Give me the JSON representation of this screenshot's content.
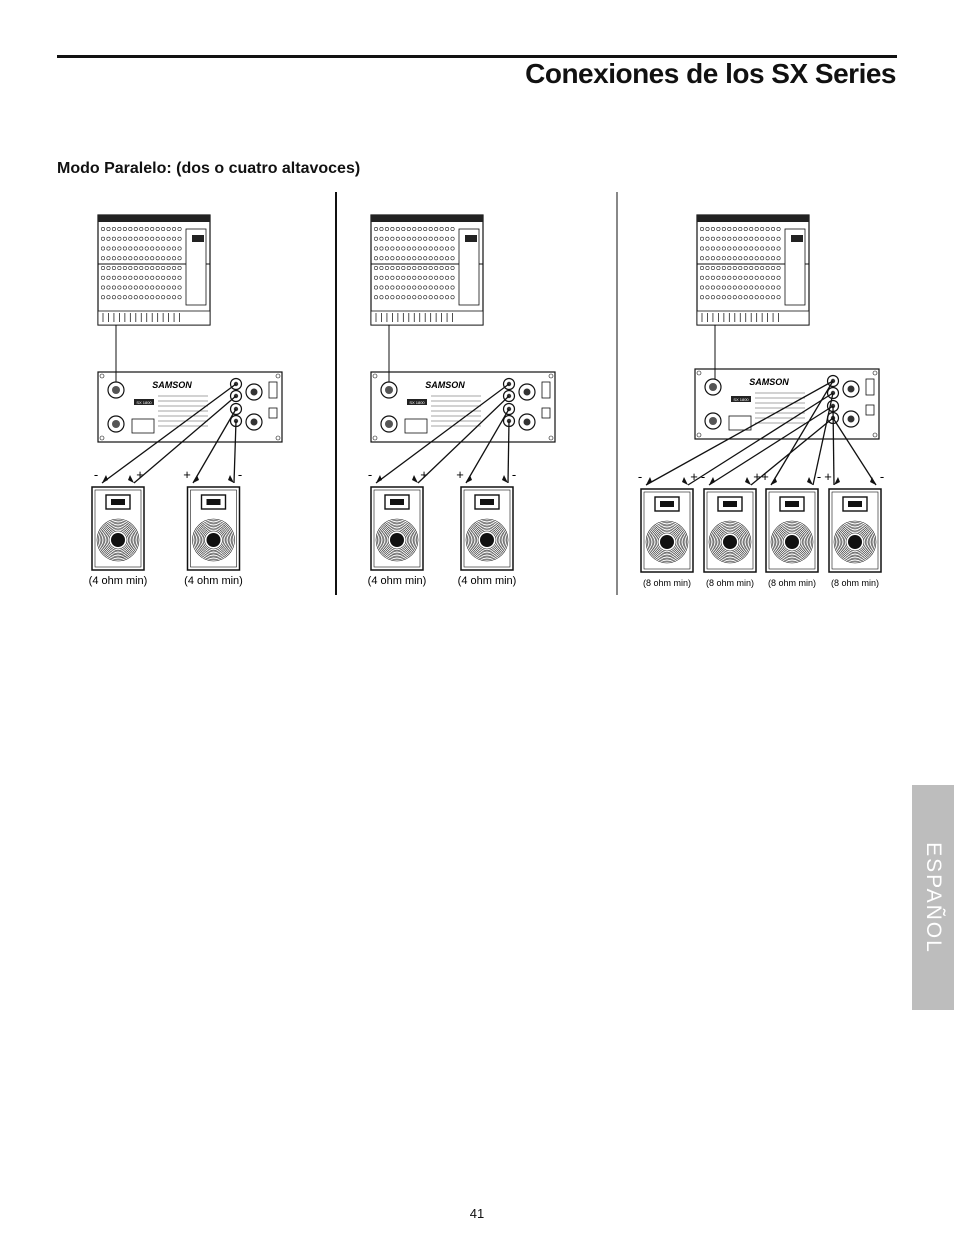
{
  "header": {
    "title": "Conexiones de los SX Series"
  },
  "section": {
    "heading": "Modo Paralelo: (dos o cuatro altavoces)"
  },
  "diagram": {
    "brand": "SAMSON",
    "model": "SX 1800",
    "panels": [
      {
        "id": "left",
        "speakers": [
          {
            "label": "(4 ohm min)",
            "pol_left": "-",
            "pol_right": "+"
          },
          {
            "label": "(4 ohm min)",
            "pol_left": "+",
            "pol_right": "-"
          }
        ]
      },
      {
        "id": "middle",
        "speakers": [
          {
            "label": "(4 ohm min)",
            "pol_left": "-",
            "pol_right": "+"
          },
          {
            "label": "(4 ohm min)",
            "pol_left": "+",
            "pol_right": "-"
          }
        ]
      },
      {
        "id": "right",
        "speakers": [
          {
            "label": "(8 ohm min)",
            "pol_left": "-",
            "pol_right": "+"
          },
          {
            "label": "(8 ohm min)",
            "pol_left": "-",
            "pol_right": "+"
          },
          {
            "label": "(8 ohm min)",
            "pol_left": "+",
            "pol_right": "-"
          },
          {
            "label": "(8 ohm min)",
            "pol_left": "+",
            "pol_right": "-"
          }
        ]
      }
    ]
  },
  "side_tab": {
    "label": "ESPAÑOL"
  },
  "footer": {
    "page_number": "41"
  }
}
